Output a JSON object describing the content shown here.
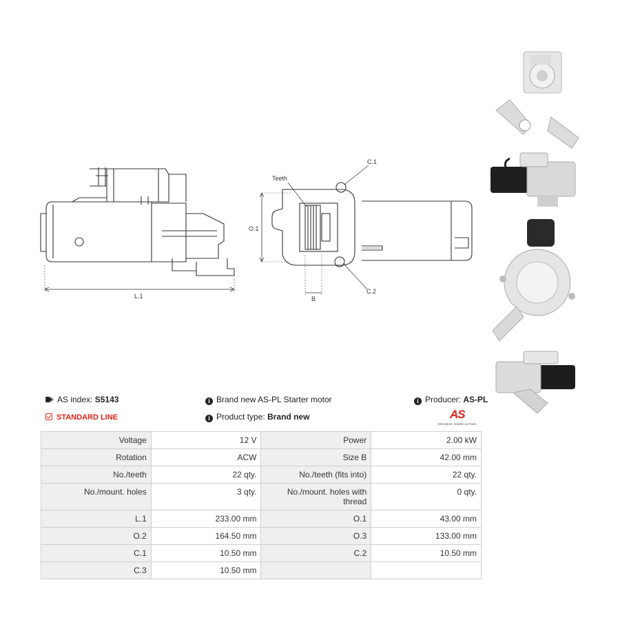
{
  "header": {
    "as_index_label": "AS index:",
    "as_index_value": "S5143",
    "description": "Brand new AS-PL Starter motor",
    "producer_label": "Producer:",
    "producer_value": "AS-PL",
    "line_label": "STANDARD LINE",
    "product_type_label": "Product type:",
    "product_type_value": "Brand new",
    "logo_mark": "AS",
    "logo_subtitle": "Alternators, Starters & Parts"
  },
  "colors": {
    "accent": "#e2231a",
    "label_bg": "#efefef",
    "border": "#cfcfcf"
  },
  "drawing": {
    "l1": "L.1",
    "teeth": "Teeth",
    "c1": "C.1",
    "c2": "C.2",
    "o1": "O.1",
    "b": "B"
  },
  "specs": [
    {
      "l1": "Voltage",
      "v1": "12 V",
      "l2": "Power",
      "v2": "2.00 kW"
    },
    {
      "l1": "Rotation",
      "v1": "ACW",
      "l2": "Size B",
      "v2": "42.00 mm"
    },
    {
      "l1": "No./teeth",
      "v1": "22 qty.",
      "l2": "No./teeth (fits into)",
      "v2": "22 qty."
    },
    {
      "l1": "No./mount. holes",
      "v1": "3 qty.",
      "l2": "No./mount. holes with thread",
      "v2": "0 qty."
    },
    {
      "l1": "L.1",
      "v1": "233.00 mm",
      "l2": "O.1",
      "v2": "43.00 mm"
    },
    {
      "l1": "O.2",
      "v1": "164.50 mm",
      "l2": "O.3",
      "v2": "133.00 mm"
    },
    {
      "l1": "C.1",
      "v1": "10.50 mm",
      "l2": "C.2",
      "v2": "10.50 mm"
    },
    {
      "l1": "C.3",
      "v1": "10.50 mm",
      "l2": "",
      "v2": ""
    }
  ]
}
